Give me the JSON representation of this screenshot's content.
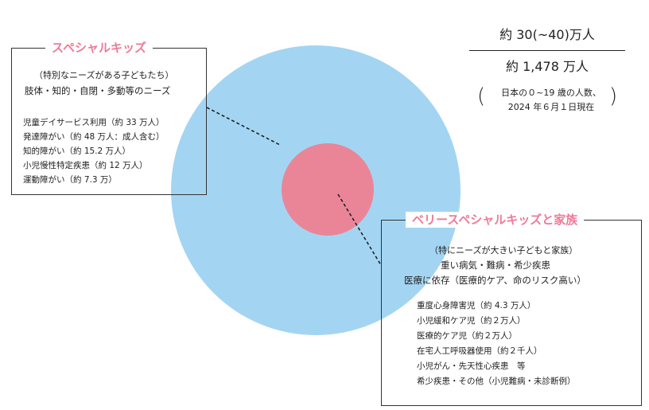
{
  "special_needs": {
    "title": "スペシャルキッズ",
    "subtitle": "（特別なニーズがある子どもたち）",
    "main": "肢体・知的・自閉・多動等のニーズ",
    "items": [
      "児童デイサービス利用（約 33 万人）",
      "発達障がい（約 48 万人：成人含む）",
      "知的障がい（約 15.2 万人）",
      "小児慢性特定疾患（約 12 万人）",
      "運動障がい（約 7.3 万）"
    ]
  },
  "very_special_needs": {
    "title": "ベリースペシャルキッズと家族",
    "subtitle": "（特にニーズが大きい子どもと家族）",
    "main_lines": [
      "重い病気・難病・希少疾患",
      "医療に依存（医療的ケア、命のリスク高い）"
    ],
    "items": [
      "重度心身障害児（約 4.3 万人）",
      "小児緩和ケア児（約２万人）",
      "医療的ケア児（約２万人）",
      "在宅人工呼吸器使用（約２千人）",
      "小児がん・先天性心疾患　等",
      "希少疾患・その他（小児難病・未診断例）"
    ]
  },
  "stats": {
    "special_count": "約 30(~40)万人",
    "total_children": "約 1,478 万人",
    "note_line1": "日本の０~19 歳の人数、",
    "note_line2": "2024 年６月１日現在"
  },
  "colors": {
    "outer_circle": "#a3d5f3",
    "inner_circle": "#ea8598",
    "title_pink": "#ee7a98"
  }
}
